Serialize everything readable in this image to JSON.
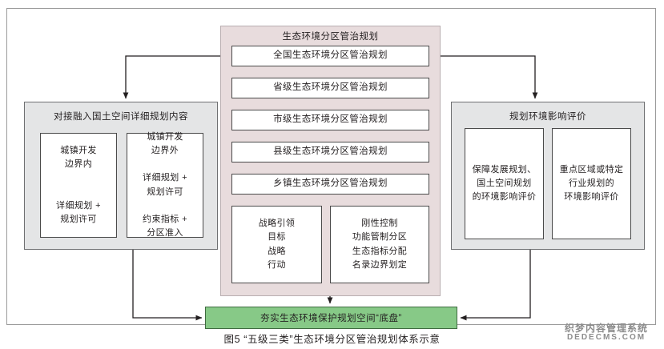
{
  "figure": {
    "caption": "图5  “五级三类”生态环境分区管治规划体系示意"
  },
  "center_panel": {
    "title": "生态环境分区管治规划",
    "fill_color": "#e8dcdd",
    "levels": [
      {
        "label": "全国生态环境分区管治规划"
      },
      {
        "label": "省级生态环境分区管治规划"
      },
      {
        "label": "市级生态环境分区管治规划"
      },
      {
        "label": "县级生态环境分区管治规划"
      },
      {
        "label": "乡镇生态环境分区管治规划"
      }
    ],
    "bottom_boxes": [
      {
        "label": "战略引领\n目标\n战略\n行动"
      },
      {
        "label": "刚性控制\n功能管制分区\n生态指标分配\n名录边界划定"
      }
    ]
  },
  "left_panel": {
    "title": "对接融入国土空间详细规划内容",
    "fill_color": "#e4e5e6",
    "boxes": [
      {
        "label": "城镇开发\n边界内\n\n\n详细规划 +\n规划许可"
      },
      {
        "label": "城镇开发\n边界外\n\n详细规划 +\n规划许可\n\n约束指标 +\n分区准入"
      }
    ]
  },
  "right_panel": {
    "title": "规划环境影响评价",
    "fill_color": "#e4e5e6",
    "boxes": [
      {
        "label": "保障发展规划、\n国土空间规划\n的环境影响评价"
      },
      {
        "label": "重点区域或特定\n行业规划的\n环境影响评价"
      }
    ]
  },
  "outcome": {
    "label": "夯实生态环境保护规划空间“底盘”",
    "fill_color": "#87c987"
  },
  "watermark": {
    "cn": "织梦内容管理系统",
    "en": "DEDECMS.COM"
  }
}
